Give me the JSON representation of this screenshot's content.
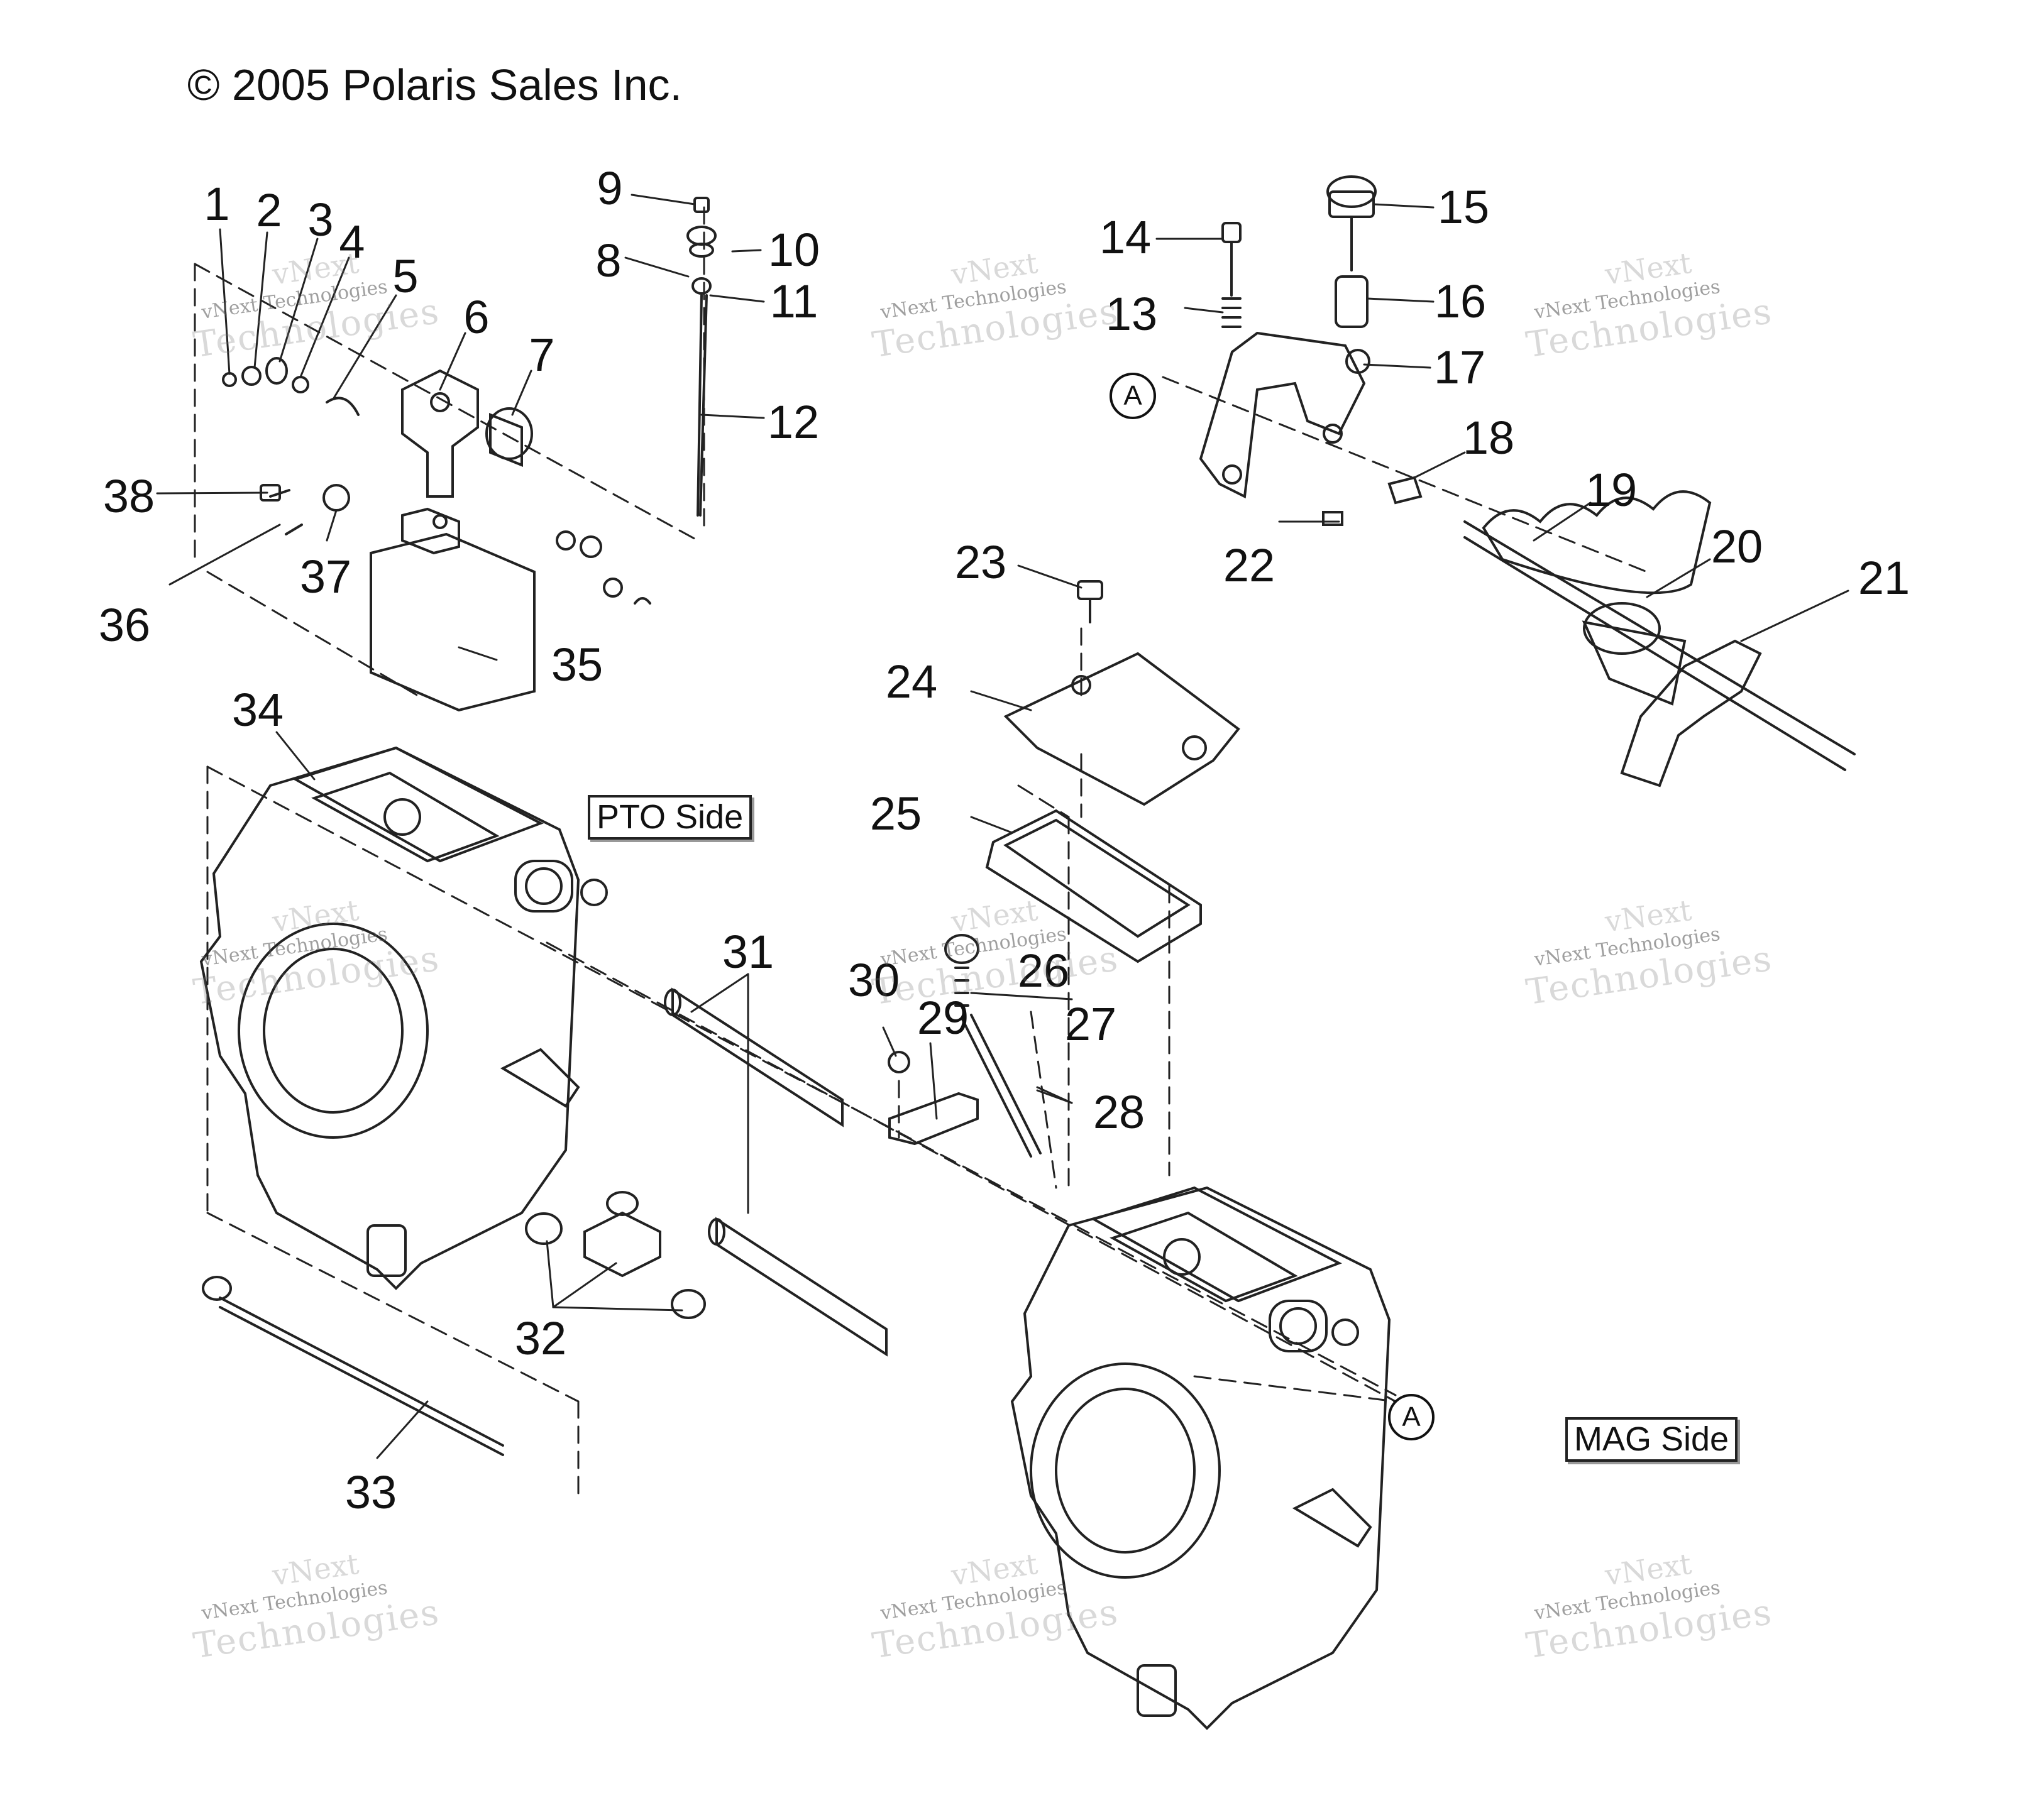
{
  "header": {
    "copyright": "© 2005 Polaris Sales Inc."
  },
  "side_labels": {
    "pto": "PTO Side",
    "mag": "MAG Side"
  },
  "reference_marker": "A",
  "watermark": {
    "line1": "vNext",
    "line2": "vNext Technologies",
    "line3": "Technologies"
  },
  "callouts": [
    "1",
    "2",
    "3",
    "4",
    "5",
    "6",
    "7",
    "8",
    "9",
    "10",
    "11",
    "12",
    "13",
    "14",
    "15",
    "16",
    "17",
    "18",
    "19",
    "20",
    "21",
    "22",
    "23",
    "24",
    "25",
    "26",
    "27",
    "28",
    "29",
    "30",
    "31",
    "32",
    "33",
    "34",
    "35",
    "36",
    "37",
    "38"
  ]
}
